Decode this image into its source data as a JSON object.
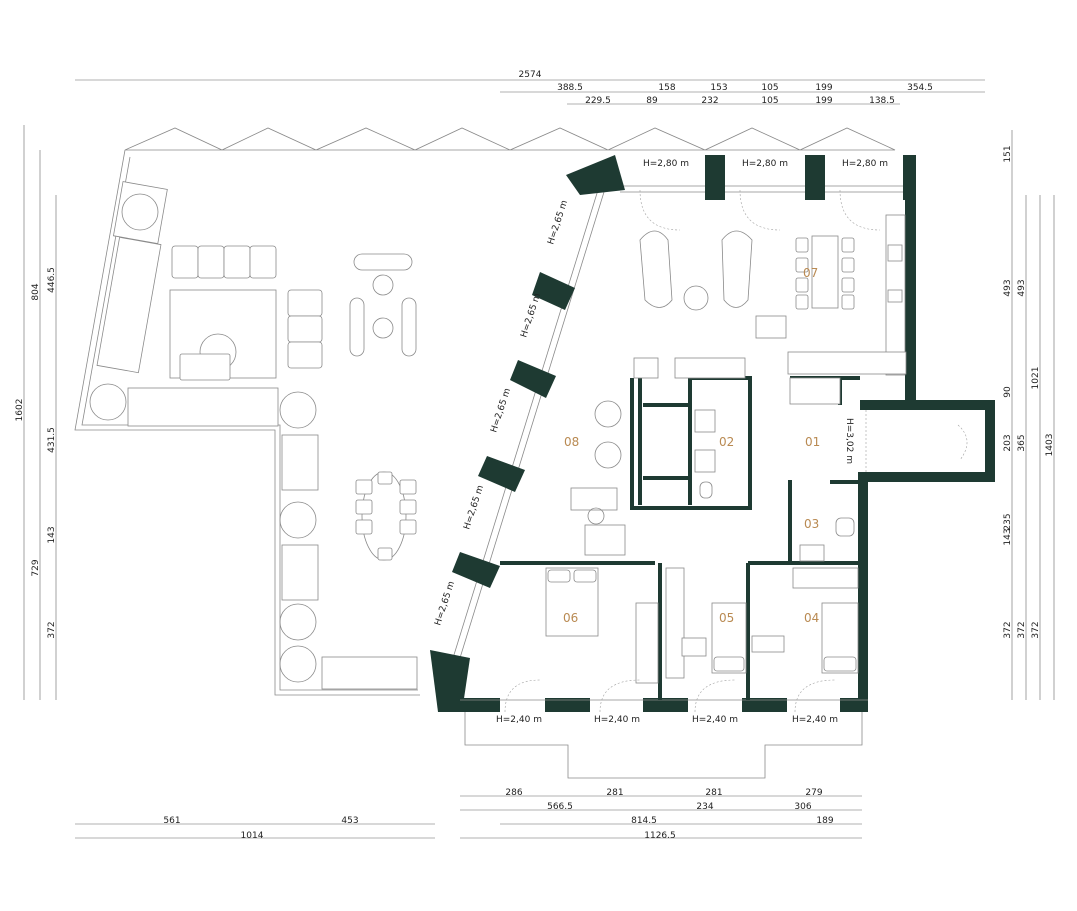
{
  "rooms": [
    {
      "label": "07"
    },
    {
      "label": "08"
    },
    {
      "label": "02"
    },
    {
      "label": "01"
    },
    {
      "label": "03"
    },
    {
      "label": "06"
    },
    {
      "label": "05"
    },
    {
      "label": "04"
    }
  ],
  "heights": {
    "top": [
      "H=2,80 m",
      "H=2,80 m",
      "H=2,80 m"
    ],
    "diagonal": [
      "H=2,65 m",
      "H=2,65 m",
      "H=2,65 m",
      "H=2,65 m",
      "H=2,65 m"
    ],
    "entry": "H=3,02 m",
    "bottom": [
      "H=2,40 m",
      "H=2,40 m",
      "H=2,40 m",
      "H=2,40 m"
    ]
  },
  "dims_top": {
    "total": "2574",
    "row1": [
      "388.5",
      "158",
      "153",
      "105",
      "199",
      "354.5"
    ],
    "row2": [
      "229.5",
      "89",
      "232",
      "105",
      "199",
      "138.5"
    ]
  },
  "dims_bottom": {
    "row1": [
      "286",
      "281",
      "281",
      "279"
    ],
    "row2": [
      "566.5",
      "234",
      "306"
    ],
    "row3": [
      "814.5",
      "189"
    ],
    "row4": [
      "1126.5"
    ],
    "left1": [
      "561",
      "453"
    ],
    "left2": [
      "1014"
    ]
  },
  "dims_left": {
    "outer": [
      "1602"
    ],
    "mid": [
      "804",
      "729"
    ],
    "inner": [
      "446.5",
      "431.5",
      "143",
      "372"
    ]
  },
  "dims_right": {
    "col1": [
      "151",
      "493",
      "90",
      "203",
      "235",
      "143",
      "372"
    ],
    "col2": [
      "493",
      "365",
      "372"
    ],
    "col3": [
      "1021",
      "372"
    ],
    "col4": [
      "1403"
    ]
  }
}
